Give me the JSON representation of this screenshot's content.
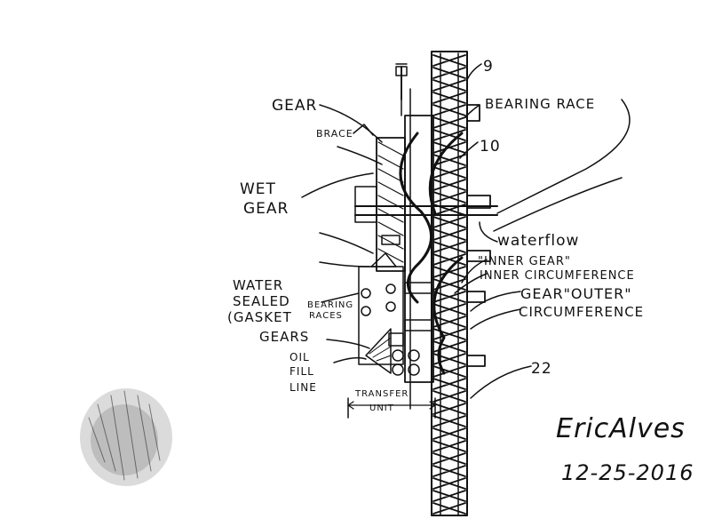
{
  "labels": {
    "gear": "GEAR",
    "brace": "BRACE",
    "wet_gear_1": "WET",
    "wet_gear_2": "GEAR",
    "water_sealed_1": "WATER",
    "water_sealed_2": "SEALED",
    "gasket": "(GASKET",
    "bearing_races_1": "BEARING",
    "bearing_races_2": "RACES",
    "gears": "GEARS",
    "oil_fill_1": "OIL",
    "oil_fill_2": "FILL",
    "oil_fill_3": "LINE",
    "transfer_1": "TRANSFER",
    "transfer_2": "UNIT",
    "bearing_race": "BEARING RACE",
    "ref_9": "9",
    "ref_10": "10",
    "waterflow": "waterflow",
    "inner_gear": "\"INNER GEAR\"",
    "inner_circ": "INNER CIRCUMFERENCE",
    "gear_outer": "GEAR\"OUTER\"",
    "outer_circ": "CIRCUMFERENCE",
    "ref_22": "22"
  },
  "signature": {
    "name": "EricAlves",
    "date": "12-25-2016"
  },
  "colors": {
    "ink": "#111111",
    "paper": "#ffffff"
  }
}
